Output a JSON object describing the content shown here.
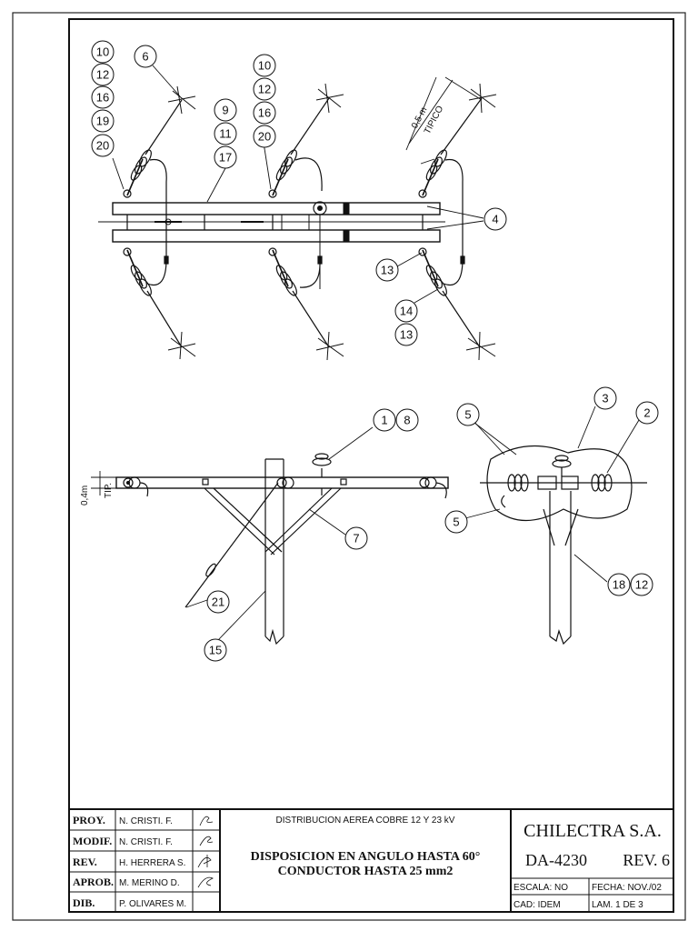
{
  "drawing": {
    "dimensions": {
      "typical_spacing": "0,5 m",
      "typical_label": "TIPICO",
      "height": "0,4m",
      "height_label": "TIP."
    },
    "callouts": {
      "top_left_stack": [
        "10",
        "12",
        "16",
        "19",
        "20"
      ],
      "c6": "6",
      "mid_left_stack": [
        "9",
        "11",
        "17"
      ],
      "top_mid_stack": [
        "10",
        "12",
        "16",
        "20"
      ],
      "c4": "4",
      "c13a": "13",
      "c14": "14",
      "c13b": "13",
      "c1": "1",
      "c8": "8",
      "c7": "7",
      "c21": "21",
      "c15": "15",
      "c5a": "5",
      "c5b": "5",
      "c3": "3",
      "c2": "2",
      "c18": "18",
      "c12": "12"
    }
  },
  "title_block": {
    "rows": [
      {
        "role": "PROY.",
        "name": "N. CRISTI. F."
      },
      {
        "role": "MODIF.",
        "name": "N. CRISTI. F."
      },
      {
        "role": "REV.",
        "name": "H. HERRERA S."
      },
      {
        "role": "APROB.",
        "name": "M. MERINO D."
      },
      {
        "role": "DIB.",
        "name": "P. OLIVARES M."
      }
    ],
    "subtitle": "DISTRIBUCION AEREA COBRE 12 Y 23 kV",
    "title_line1": "DISPOSICION EN ANGULO HASTA 60°",
    "title_line2": "CONDUCTOR HASTA 25 mm2",
    "company": "CHILECTRA S.A.",
    "code": "DA-4230",
    "revision": "REV. 6",
    "scale": "ESCALA:  NO",
    "date": "FECHA: NOV./02",
    "cad": "CAD: IDEM",
    "sheet": "LAM. 1 DE 3"
  }
}
